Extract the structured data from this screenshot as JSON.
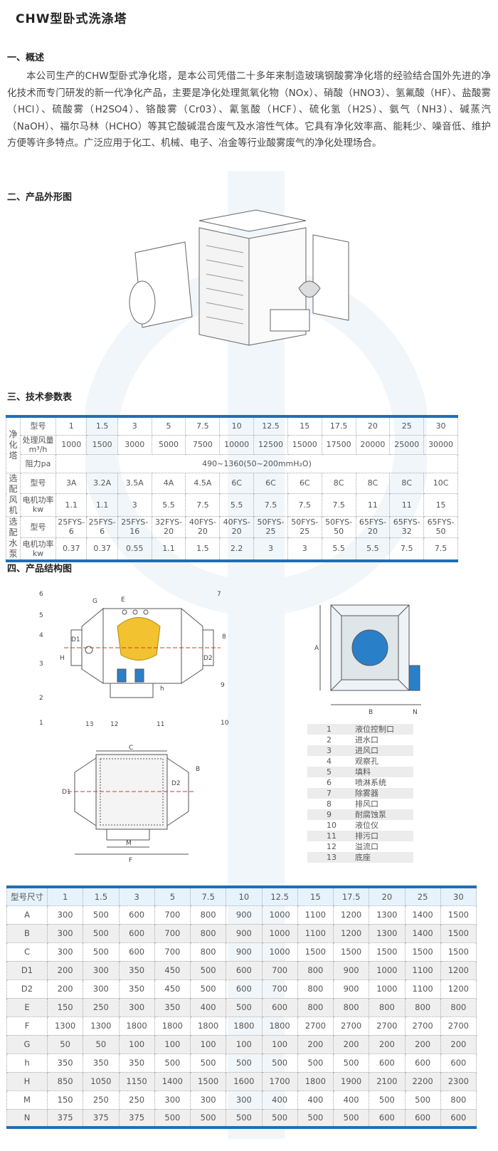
{
  "title": "CHW型卧式洗涤塔",
  "sections": {
    "overview": "一、概述",
    "appearance": "二、产品外形图",
    "params": "三、技术参数表",
    "structure": "四、产品结构图"
  },
  "overview_text": "本公司生产的CHW型卧式净化塔，是本公司凭借二十多年来制造玻璃钢酸雾净化塔的经验结合国外先进的净化技术而专门研发的新一代净化产品，主要是净化处理氮氧化物（NOx）、硝酸（HNO3）、氢氟酸（HF）、盐酸雾（HCl）、硫酸雾（H2SO4）、铬酸雾（Cr03）、氰氢酸（HCF）、硫化氢（H2S）、氨气（NH3）、碱蒸汽（NaOH）、福尔马林（HCHO）等其它酸碱混合废气及水溶性气体。它具有净化效率高、能耗少、噪音低、维护方便等许多特点。广泛应用于化工、机械、电子、冶金等行业酸雾废气的净化处理场合。",
  "param_table": {
    "groups": [
      "净化塔",
      "选配风机",
      "选配水泵"
    ],
    "rows": [
      {
        "label": "型号",
        "values": [
          "1",
          "1.5",
          "3",
          "5",
          "7.5",
          "10",
          "12.5",
          "15",
          "17.5",
          "20",
          "25",
          "30"
        ]
      },
      {
        "label": "处理风量 m³/h",
        "values": [
          "1000",
          "1500",
          "3000",
          "5000",
          "7500",
          "10000",
          "12500",
          "15000",
          "17500",
          "20000",
          "25000",
          "30000"
        ]
      },
      {
        "label": "阻力pa",
        "span_value": "490~1360(50~200mmH₂O)"
      },
      {
        "label": "型号",
        "values": [
          "3A",
          "3.2A",
          "3.5A",
          "4A",
          "4.5A",
          "6C",
          "6C",
          "6C",
          "8C",
          "8C",
          "8C",
          "10C"
        ]
      },
      {
        "label": "电机功率 kw",
        "values": [
          "1.1",
          "1.1",
          "3",
          "5.5",
          "7.5",
          "5.5",
          "7.5",
          "7.5",
          "7.5",
          "11",
          "11",
          "15"
        ]
      },
      {
        "label": "型号",
        "values": [
          "25FYS-6",
          "25FYS-6",
          "25FYS-16",
          "32FYS-20",
          "40FYS-20",
          "40FYS-20",
          "50FYS-25",
          "50FYS-25",
          "50FYS-50",
          "65FYS-20",
          "65FYS-32",
          "65FYS-50"
        ]
      },
      {
        "label": "电机功率 kw",
        "values": [
          "0.37",
          "0.37",
          "0.55",
          "1.1",
          "1.5",
          "2.2",
          "3",
          "3",
          "5.5",
          "5.5",
          "7.5",
          "7.5"
        ]
      }
    ]
  },
  "legend": [
    {
      "num": "1",
      "name": "液位控制口"
    },
    {
      "num": "2",
      "name": "进水口"
    },
    {
      "num": "3",
      "name": "进风口"
    },
    {
      "num": "4",
      "name": "观察孔"
    },
    {
      "num": "5",
      "name": "填料"
    },
    {
      "num": "6",
      "name": "喷淋系统"
    },
    {
      "num": "7",
      "name": "除雾器"
    },
    {
      "num": "8",
      "name": "排风口"
    },
    {
      "num": "9",
      "name": "耐腐蚀泵"
    },
    {
      "num": "10",
      "name": "液位仪"
    },
    {
      "num": "11",
      "name": "排污口"
    },
    {
      "num": "12",
      "name": "溢流口"
    },
    {
      "num": "13",
      "name": "底座"
    }
  ],
  "drawing_labels": {
    "front": [
      "6",
      "5",
      "4",
      "3",
      "2",
      "1",
      "13",
      "12",
      "11",
      "10",
      "9",
      "8",
      "7",
      "G",
      "E",
      "H",
      "D1",
      "D2",
      "h"
    ],
    "side": [
      "A",
      "B",
      "N"
    ],
    "top": [
      "C",
      "D1",
      "D2",
      "B",
      "M",
      "F"
    ]
  },
  "dim_table": {
    "header": [
      "型号尺寸",
      "1",
      "1.5",
      "3",
      "5",
      "7.5",
      "10",
      "12.5",
      "15",
      "17.5",
      "20",
      "25",
      "30"
    ],
    "rows": [
      [
        "A",
        "300",
        "500",
        "600",
        "700",
        "800",
        "900",
        "1000",
        "1100",
        "1200",
        "1300",
        "1400",
        "1500"
      ],
      [
        "B",
        "300",
        "500",
        "600",
        "700",
        "800",
        "900",
        "1000",
        "1100",
        "1200",
        "1300",
        "1400",
        "1500"
      ],
      [
        "C",
        "300",
        "500",
        "600",
        "700",
        "800",
        "900",
        "1000",
        "1500",
        "1500",
        "1500",
        "1500",
        "1500"
      ],
      [
        "D1",
        "200",
        "300",
        "350",
        "450",
        "500",
        "600",
        "700",
        "800",
        "900",
        "1000",
        "1100",
        "1200"
      ],
      [
        "D2",
        "200",
        "300",
        "350",
        "450",
        "500",
        "600",
        "700",
        "800",
        "900",
        "1000",
        "1100",
        "1200"
      ],
      [
        "E",
        "150",
        "250",
        "300",
        "350",
        "400",
        "500",
        "600",
        "800",
        "800",
        "800",
        "800",
        "800"
      ],
      [
        "F",
        "1300",
        "1300",
        "1800",
        "1800",
        "1800",
        "1800",
        "1800",
        "2700",
        "2700",
        "2700",
        "2700",
        "2700"
      ],
      [
        "G",
        "50",
        "50",
        "100",
        "100",
        "100",
        "100",
        "100",
        "200",
        "200",
        "200",
        "200",
        "200"
      ],
      [
        "h",
        "350",
        "350",
        "350",
        "500",
        "500",
        "500",
        "500",
        "500",
        "500",
        "600",
        "600",
        "600"
      ],
      [
        "H",
        "850",
        "1050",
        "1150",
        "1400",
        "1500",
        "1600",
        "1700",
        "1800",
        "1900",
        "2100",
        "2200",
        "2300"
      ],
      [
        "M",
        "150",
        "250",
        "250",
        "300",
        "300",
        "300",
        "400",
        "400",
        "400",
        "500",
        "500",
        "800"
      ],
      [
        "N",
        "375",
        "375",
        "375",
        "500",
        "500",
        "500",
        "500",
        "500",
        "500",
        "600",
        "600",
        "600"
      ]
    ]
  },
  "colors": {
    "accent": "#1f6fb5",
    "header_bg": "#e6f3fc",
    "stripe": "#efefef",
    "fill_blue": "#2a7fc9",
    "fill_yellow": "#f2c230"
  }
}
